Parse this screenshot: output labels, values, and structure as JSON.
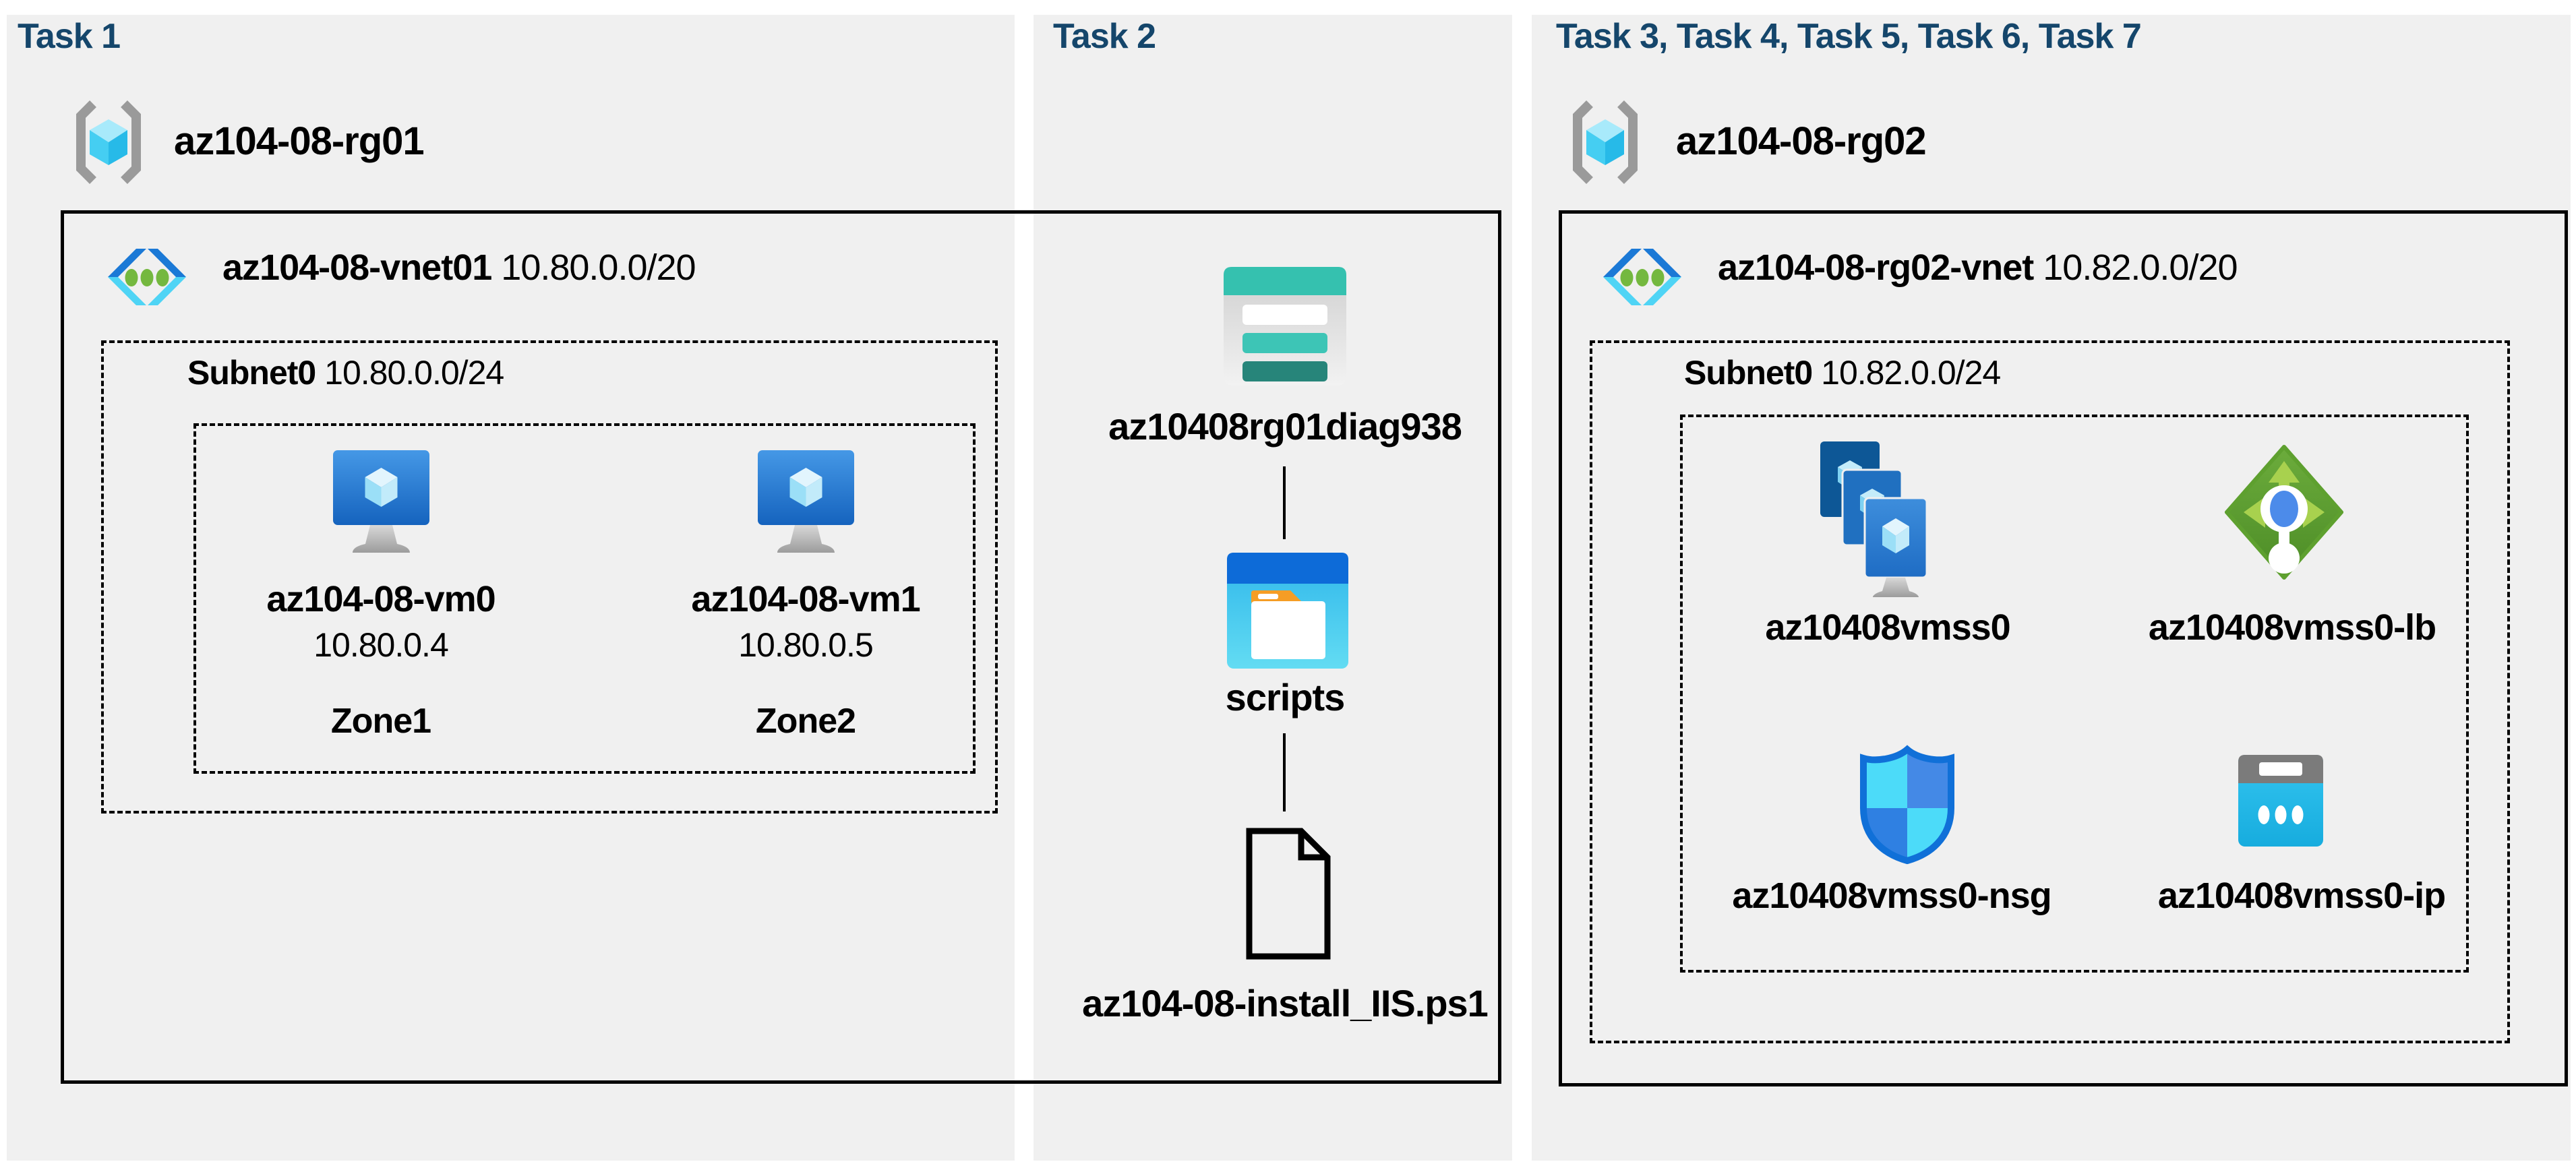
{
  "task1": {
    "heading": "Task 1",
    "rg": "az104-08-rg01",
    "vnet_name": "az104-08-vnet01",
    "vnet_cidr": "10.80.0.0/20",
    "subnet_name": "Subnet0",
    "subnet_cidr": "10.80.0.0/24",
    "vm0_name": "az104-08-vm0",
    "vm0_ip": "10.80.0.4",
    "vm0_zone": "Zone1",
    "vm1_name": "az104-08-vm1",
    "vm1_ip": "10.80.0.5",
    "vm1_zone": "Zone2"
  },
  "task2": {
    "heading": "Task 2",
    "storage_account": "az10408rg01diag938",
    "container": "scripts",
    "script_file": "az104-08-install_IIS.ps1"
  },
  "task3": {
    "heading": "Task 3, Task 4, Task 5, Task 6, Task 7",
    "rg": "az104-08-rg02",
    "vnet_name": "az104-08-rg02-vnet",
    "vnet_cidr": "10.82.0.0/20",
    "subnet_name": "Subnet0",
    "subnet_cidr": "10.82.0.0/24",
    "vmss": "az10408vmss0",
    "lb": "az10408vmss0-lb",
    "nsg": "az10408vmss0-nsg",
    "pip": "az10408vmss0-ip"
  },
  "colors": {
    "heading": "#15466B",
    "panel_bg": "#F0F0F0",
    "box_border": "#000000",
    "vm_blue": "#1565C0",
    "cube_cyan": "#45CEF2",
    "lb_green": "#5EA02F",
    "nsg_blue": "#1070D8",
    "storage_teal": "#35C1AF",
    "folder_blue": "#0D6BD8",
    "folder_orange": "#F59D25",
    "ip_cyan": "#2BBFEB",
    "bracket_gray": "#9A9A9A"
  }
}
